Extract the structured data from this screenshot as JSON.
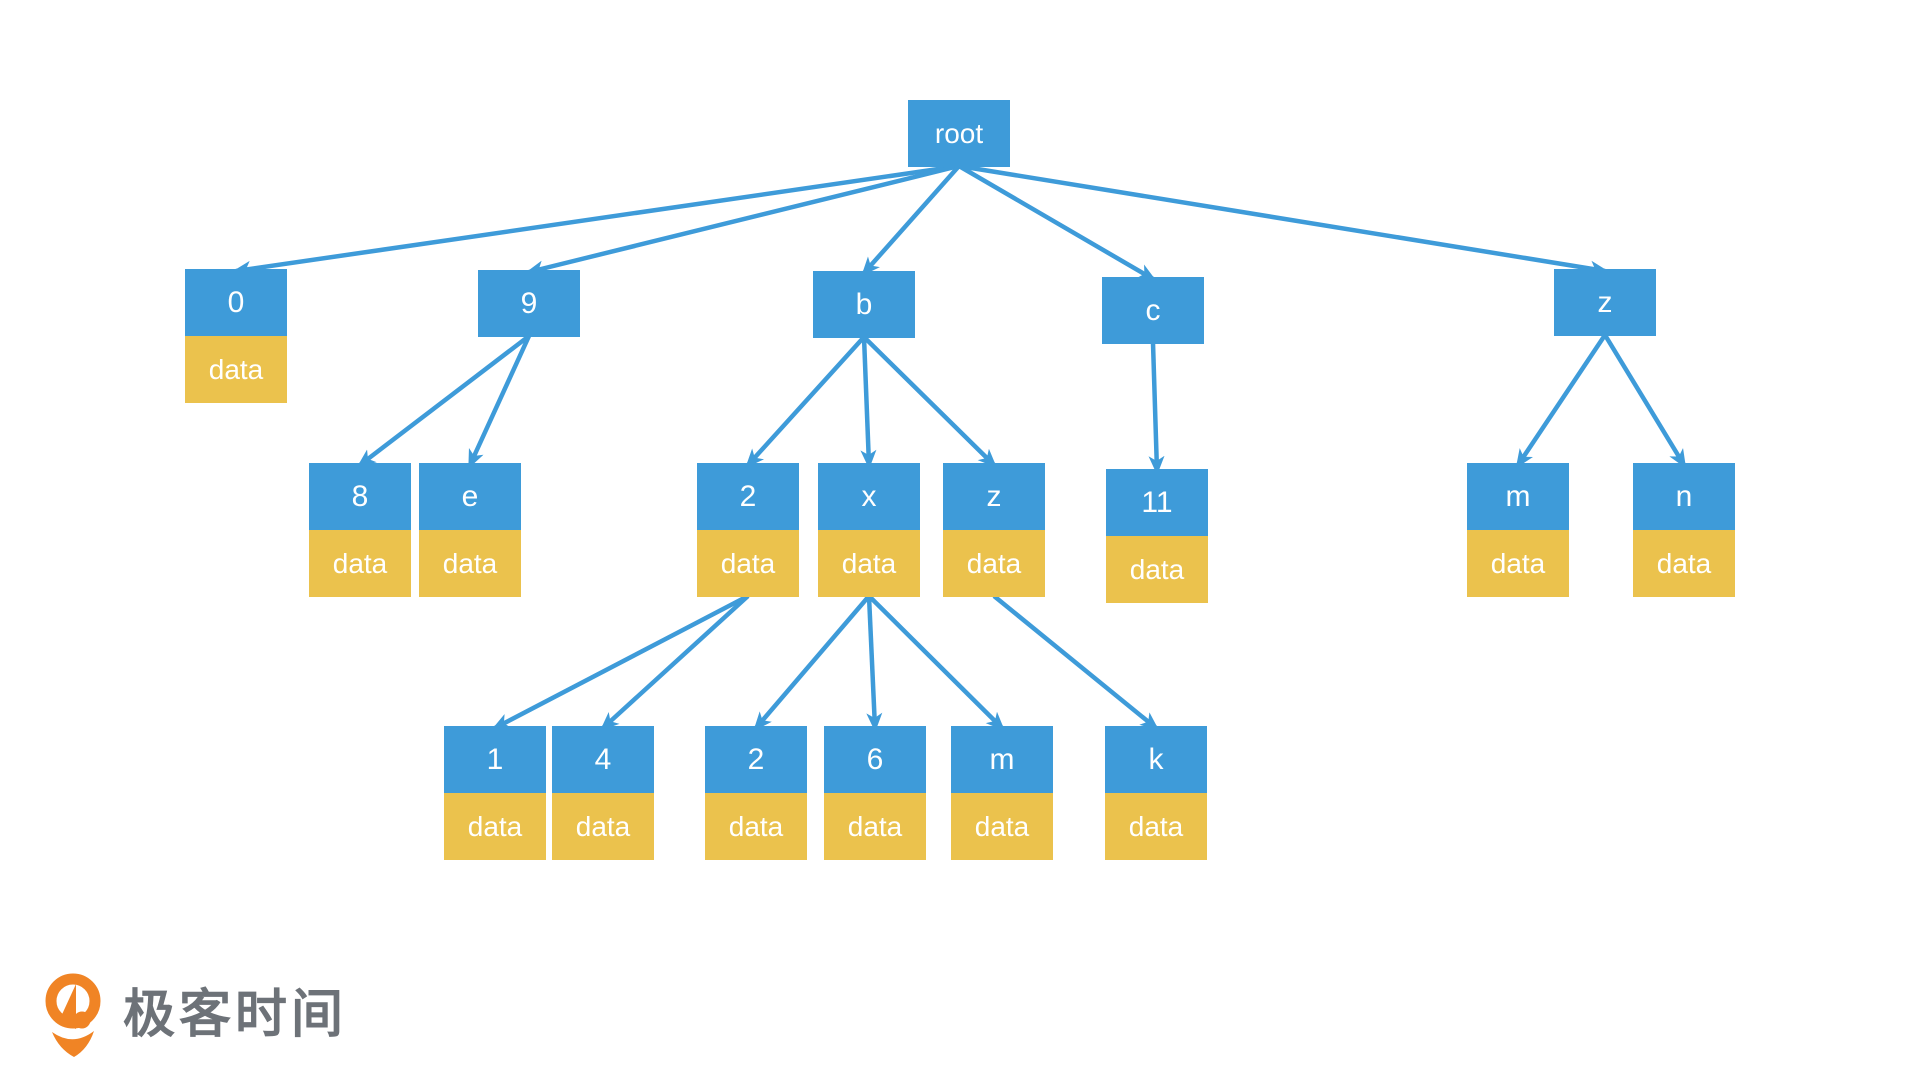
{
  "diagram": {
    "type": "tree",
    "description": "Trie tree: blue key nodes with yellow data slots, arrows from parent to child",
    "colors": {
      "node_fill": "#3E9BD9",
      "data_fill": "#EBC24D",
      "arrow": "#3E9BD9",
      "label_text": "#FFFFFF"
    },
    "data_slot_label": "data",
    "nodes": {
      "root": {
        "label": "root"
      },
      "k0": {
        "label": "0",
        "data": "data"
      },
      "k9": {
        "label": "9"
      },
      "kb": {
        "label": "b"
      },
      "kc": {
        "label": "c"
      },
      "kz": {
        "label": "z"
      },
      "k8": {
        "label": "8",
        "data": "data"
      },
      "ke": {
        "label": "e",
        "data": "data"
      },
      "k2": {
        "label": "2",
        "data": "data"
      },
      "kx": {
        "label": "x",
        "data": "data"
      },
      "kz2": {
        "label": "z",
        "data": "data"
      },
      "k11": {
        "label": "11",
        "data": "data"
      },
      "km": {
        "label": "m",
        "data": "data"
      },
      "kn": {
        "label": "n",
        "data": "data"
      },
      "k1": {
        "label": "1",
        "data": "data"
      },
      "k4": {
        "label": "4",
        "data": "data"
      },
      "k2b": {
        "label": "2",
        "data": "data"
      },
      "k6": {
        "label": "6",
        "data": "data"
      },
      "km2": {
        "label": "m",
        "data": "data"
      },
      "kk": {
        "label": "k",
        "data": "data"
      }
    },
    "edges": [
      {
        "from": "root",
        "to": "k0"
      },
      {
        "from": "root",
        "to": "k9"
      },
      {
        "from": "root",
        "to": "kb"
      },
      {
        "from": "root",
        "to": "kc"
      },
      {
        "from": "root",
        "to": "kz"
      },
      {
        "from": "k9",
        "to": "k8"
      },
      {
        "from": "k9",
        "to": "ke"
      },
      {
        "from": "kb",
        "to": "k2"
      },
      {
        "from": "kb",
        "to": "kx"
      },
      {
        "from": "kb",
        "to": "kz2"
      },
      {
        "from": "kc",
        "to": "k11"
      },
      {
        "from": "kz",
        "to": "km"
      },
      {
        "from": "kz",
        "to": "kn"
      },
      {
        "from": "k2",
        "to": "k1"
      },
      {
        "from": "k2",
        "to": "k4"
      },
      {
        "from": "kx",
        "to": "k2b"
      },
      {
        "from": "kx",
        "to": "k6"
      },
      {
        "from": "kx",
        "to": "km2"
      },
      {
        "from": "kz2",
        "to": "kk"
      }
    ]
  },
  "branding": {
    "logo_text": "极客时间",
    "logo_color": "#6D7278",
    "logo_icon_color": "#F08425"
  }
}
